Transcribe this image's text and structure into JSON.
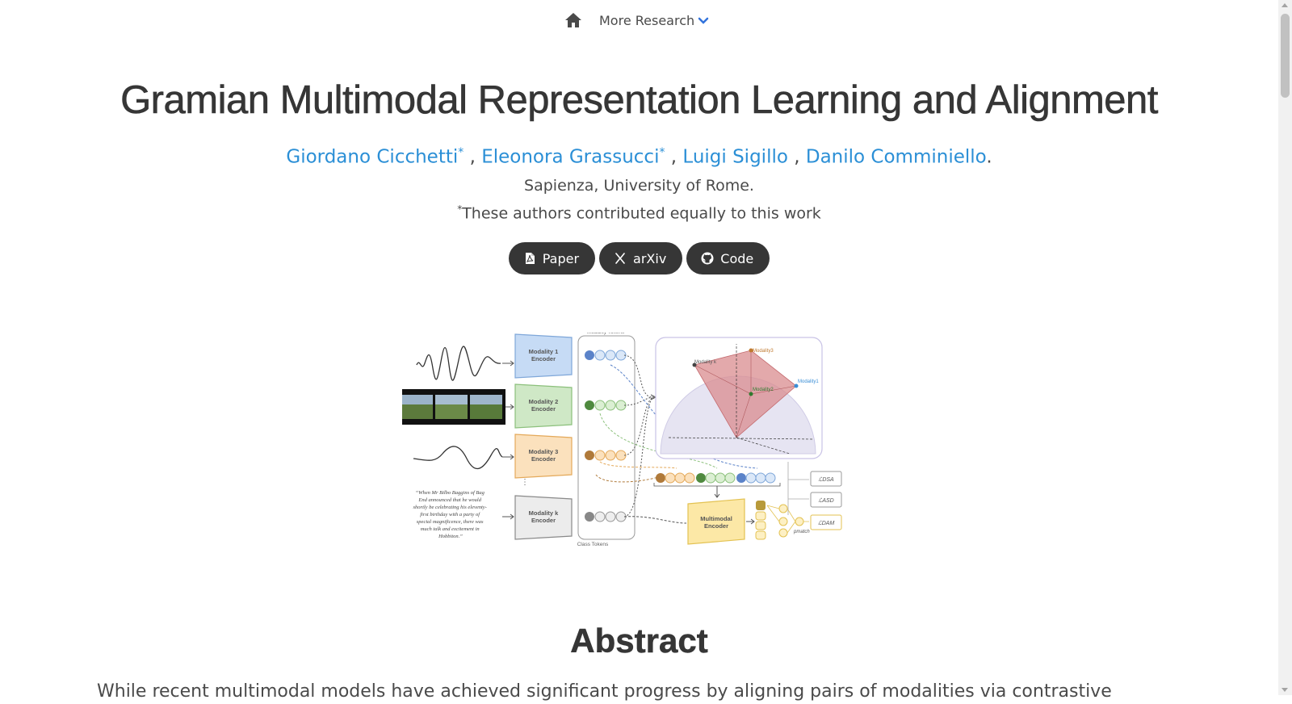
{
  "navbar": {
    "home_icon": "home-icon",
    "more_research_label": "More Research",
    "dropdown_icon": "chevron-down-icon",
    "accent_color": "#3273dc"
  },
  "title": "Gramian Multimodal Representation Learning and Alignment",
  "authors": [
    {
      "name": "Giordano Cicchetti",
      "mark": "*"
    },
    {
      "name": "Eleonora Grassucci",
      "mark": "*"
    },
    {
      "name": "Luigi Sigillo",
      "mark": ""
    },
    {
      "name": "Danilo Comminiello",
      "mark": ""
    }
  ],
  "author_separator": " , ",
  "author_terminator": ".",
  "affiliation": "Sapienza, University of Rome.",
  "equal_contribution": {
    "mark": "*",
    "text": "These authors contributed equally to this work"
  },
  "links": [
    {
      "label": "Paper",
      "icon": "pdf-icon"
    },
    {
      "label": "arXiv",
      "icon": "arxiv-icon"
    },
    {
      "label": "Code",
      "icon": "github-icon"
    }
  ],
  "figure": {
    "modality_tokens_label": "Modality Tokens",
    "class_tokens_label": "Class Tokens",
    "encoders": [
      "Modality 1 Encoder",
      "Modality 2 Encoder",
      "Modality 3 Encoder",
      "Modality k Encoder"
    ],
    "multimodal_encoder_label": "Multimodal Encoder",
    "sphere_labels": [
      "Modality1",
      "Modality2",
      "Modality3",
      "Modality k"
    ],
    "losses": [
      "ℒDSA",
      "ℒASD",
      "ℒDAM"
    ],
    "quote_text": "“When Mr Bilbo Baggins of Bag End announced that he would shortly be celebrating his eleventy-first birthday with a party of special magnificence, there was much talk and excitement in Hobbiton.”",
    "pmatch_label": "pmatch"
  },
  "abstract": {
    "heading": "Abstract",
    "first_line": "While recent multimodal models have achieved significant progress by aligning pairs of modalities via contrastive"
  },
  "colors": {
    "link": "#2b8fd6",
    "button_bg": "#363636",
    "encoder_blue": "#b8d3f2",
    "encoder_green": "#bfe0b5",
    "encoder_orange": "#f8d7a8",
    "encoder_gray": "#e0e0e0",
    "multimodal_yellow": "#fbe7a2"
  }
}
